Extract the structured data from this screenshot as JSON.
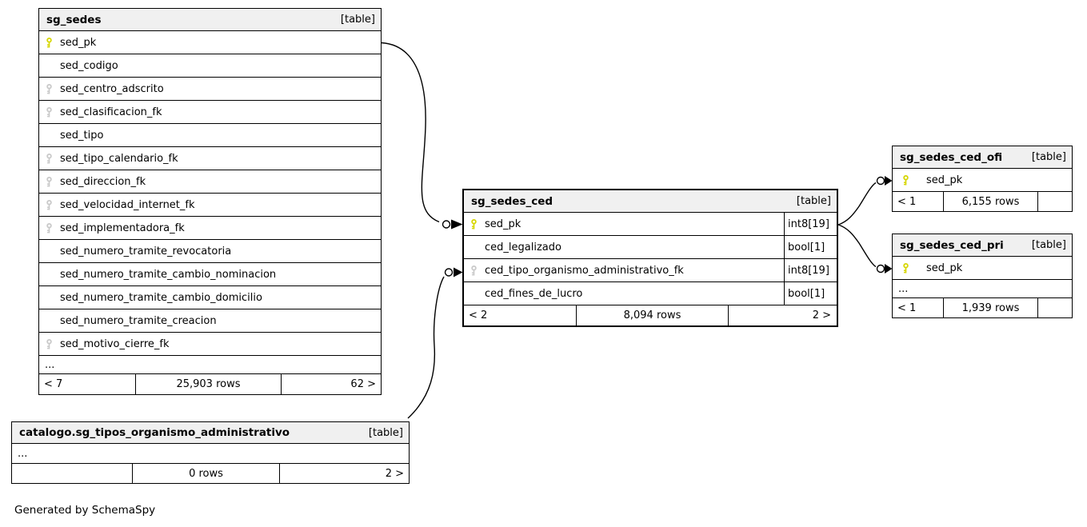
{
  "note": "Generated by SchemaSpy",
  "icons": {
    "primary_key": {
      "name": "primary-key-icon",
      "color": "#d6d600"
    },
    "foreign_key": {
      "name": "foreign-key-icon",
      "color": "#c9c9c9"
    }
  },
  "tables": {
    "sg_sedes": {
      "title": "sg_sedes",
      "tag": "[table]",
      "columns": [
        {
          "name": "sed_pk",
          "key": "pk"
        },
        {
          "name": "sed_codigo",
          "key": ""
        },
        {
          "name": "sed_centro_adscrito",
          "key": "fk"
        },
        {
          "name": "sed_clasificacion_fk",
          "key": "fk"
        },
        {
          "name": "sed_tipo",
          "key": ""
        },
        {
          "name": "sed_tipo_calendario_fk",
          "key": "fk"
        },
        {
          "name": "sed_direccion_fk",
          "key": "fk"
        },
        {
          "name": "sed_velocidad_internet_fk",
          "key": "fk"
        },
        {
          "name": "sed_implementadora_fk",
          "key": "fk"
        },
        {
          "name": "sed_numero_tramite_revocatoria",
          "key": ""
        },
        {
          "name": "sed_numero_tramite_cambio_nominacion",
          "key": ""
        },
        {
          "name": "sed_numero_tramite_cambio_domicilio",
          "key": ""
        },
        {
          "name": "sed_numero_tramite_creacion",
          "key": ""
        },
        {
          "name": "sed_motivo_cierre_fk",
          "key": "fk"
        }
      ],
      "ellipsis": "...",
      "footer": {
        "left": "< 7",
        "center": "25,903 rows",
        "right": "62 >"
      }
    },
    "sg_sedes_ced": {
      "title": "sg_sedes_ced",
      "tag": "[table]",
      "columns": [
        {
          "name": "sed_pk",
          "type": "int8[19]",
          "key": "pk"
        },
        {
          "name": "ced_legalizado",
          "type": "bool[1]",
          "key": ""
        },
        {
          "name": "ced_tipo_organismo_administrativo_fk",
          "type": "int8[19]",
          "key": "fk"
        },
        {
          "name": "ced_fines_de_lucro",
          "type": "bool[1]",
          "key": ""
        }
      ],
      "footer": {
        "left": "< 2",
        "center": "8,094 rows",
        "right": "2 >"
      }
    },
    "sg_sedes_ced_ofi": {
      "title": "sg_sedes_ced_ofi",
      "tag": "[table]",
      "columns": [
        {
          "name": "sed_pk",
          "key": "pk"
        }
      ],
      "footer": {
        "left": "< 1",
        "center": "6,155 rows",
        "right": ""
      }
    },
    "sg_sedes_ced_pri": {
      "title": "sg_sedes_ced_pri",
      "tag": "[table]",
      "columns": [
        {
          "name": "sed_pk",
          "key": "pk"
        }
      ],
      "ellipsis": "...",
      "footer": {
        "left": "< 1",
        "center": "1,939 rows",
        "right": ""
      }
    },
    "catalogo_sg_tipos_organismo_administrativo": {
      "title": "catalogo.sg_tipos_organismo_administrativo",
      "tag": "[table]",
      "ellipsis": "...",
      "footer": {
        "left": "",
        "center": "0 rows",
        "right": "2 >"
      }
    }
  },
  "relationships": [
    {
      "from": "sg_sedes.sed_pk",
      "to": "sg_sedes_ced.sed_pk"
    },
    {
      "from": "catalogo.sg_tipos_organismo_administrativo",
      "to": "sg_sedes_ced.ced_tipo_organismo_administrativo_fk"
    },
    {
      "from": "sg_sedes_ced.sed_pk",
      "to": "sg_sedes_ced_ofi.sed_pk"
    },
    {
      "from": "sg_sedes_ced.sed_pk",
      "to": "sg_sedes_ced_pri.sed_pk"
    }
  ]
}
